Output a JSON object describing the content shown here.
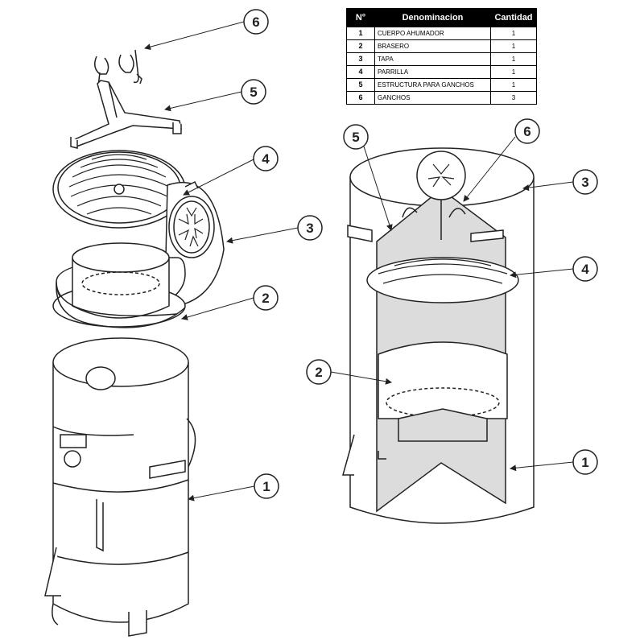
{
  "table": {
    "headers": [
      "N°",
      "Denominacion",
      "Cantidad"
    ],
    "rows": [
      {
        "num": "1",
        "name": "CUERPo AHUMADoR",
        "qty": "1"
      },
      {
        "num": "2",
        "name": "BRASERo",
        "qty": "1"
      },
      {
        "num": "3",
        "name": "TAPA",
        "qty": "1"
      },
      {
        "num": "4",
        "name": "PARRILLA",
        "qty": "1"
      },
      {
        "num": "5",
        "name": "EsTRUCTURA PARA GANCHos",
        "qty": "1"
      },
      {
        "num": "6",
        "name": "GANCHos",
        "qty": "3"
      }
    ]
  },
  "callouts": {
    "left": [
      "6",
      "5",
      "4",
      "3",
      "2",
      "1"
    ],
    "right": [
      "5",
      "6",
      "3",
      "4",
      "2",
      "1"
    ]
  },
  "colors": {
    "line": "#222222",
    "fill": "#ffffff",
    "shade": "#dcdcdc"
  }
}
